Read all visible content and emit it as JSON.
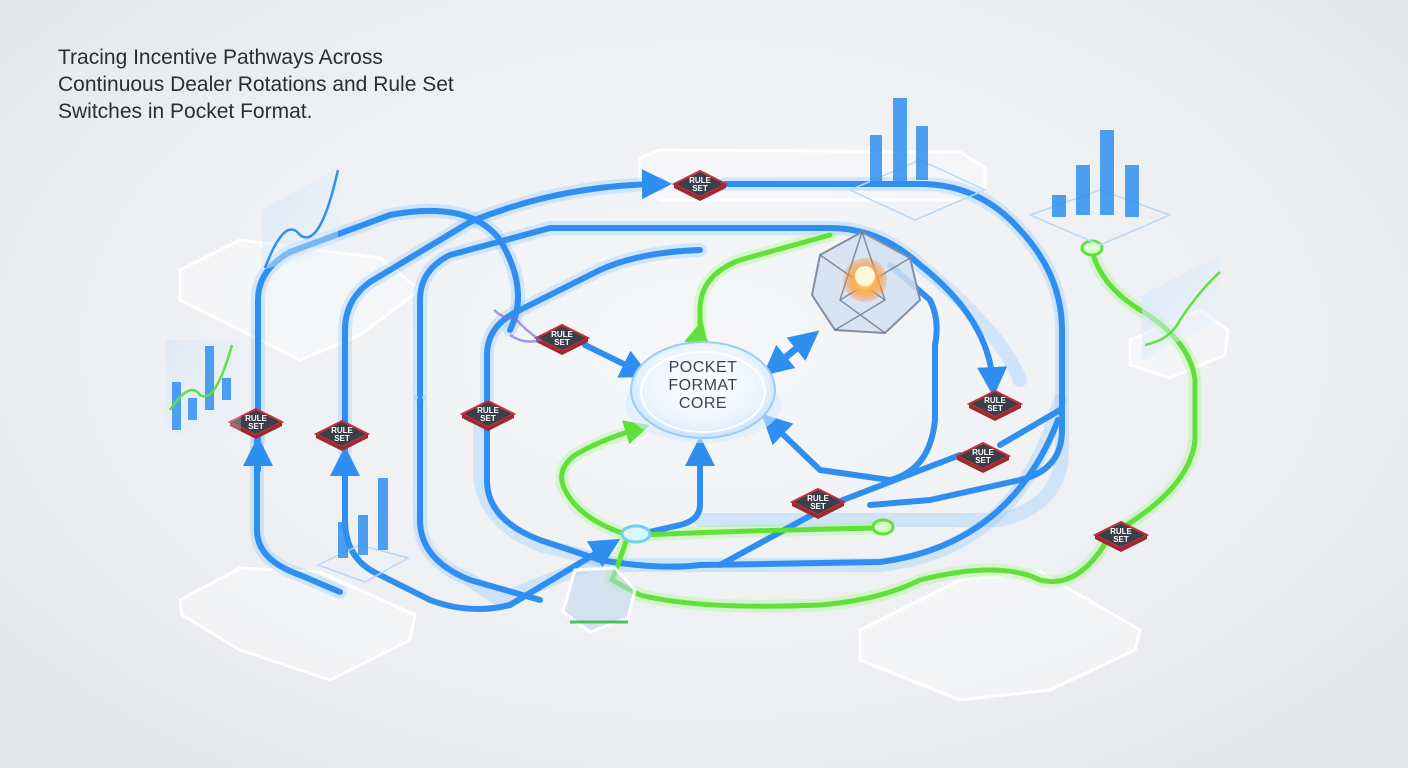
{
  "title_lines": [
    "Tracing Incentive Pathways Across",
    "Continuous Dealer Rotations and Rule Set",
    "Switches in Pocket Format."
  ],
  "core": {
    "label_lines": [
      "POCKET",
      "FORMAT",
      "CORE"
    ]
  },
  "rule_set_chips": [
    {
      "lines": [
        "RULE",
        "SET"
      ]
    },
    {
      "lines": [
        "RULE",
        "SET"
      ]
    },
    {
      "lines": [
        "RULE",
        "SET"
      ]
    },
    {
      "lines": [
        "RULE",
        "SET"
      ]
    },
    {
      "lines": [
        "RULE",
        "SET"
      ]
    },
    {
      "lines": [
        "RULE",
        "SET"
      ]
    },
    {
      "lines": [
        "RULE",
        "SET"
      ]
    },
    {
      "lines": [
        "RULE",
        "SET"
      ]
    },
    {
      "lines": [
        "RULE",
        "SET"
      ]
    }
  ],
  "colors": {
    "blue_path": "#2f8ff0",
    "green_path": "#5fe03a",
    "chip_fill": "#3a3f4a",
    "chip_edge": "#c8313a"
  },
  "icons": [
    "bar-chart-icon",
    "line-chart-icon",
    "crystal-node-icon",
    "glass-hexagon-icon"
  ]
}
